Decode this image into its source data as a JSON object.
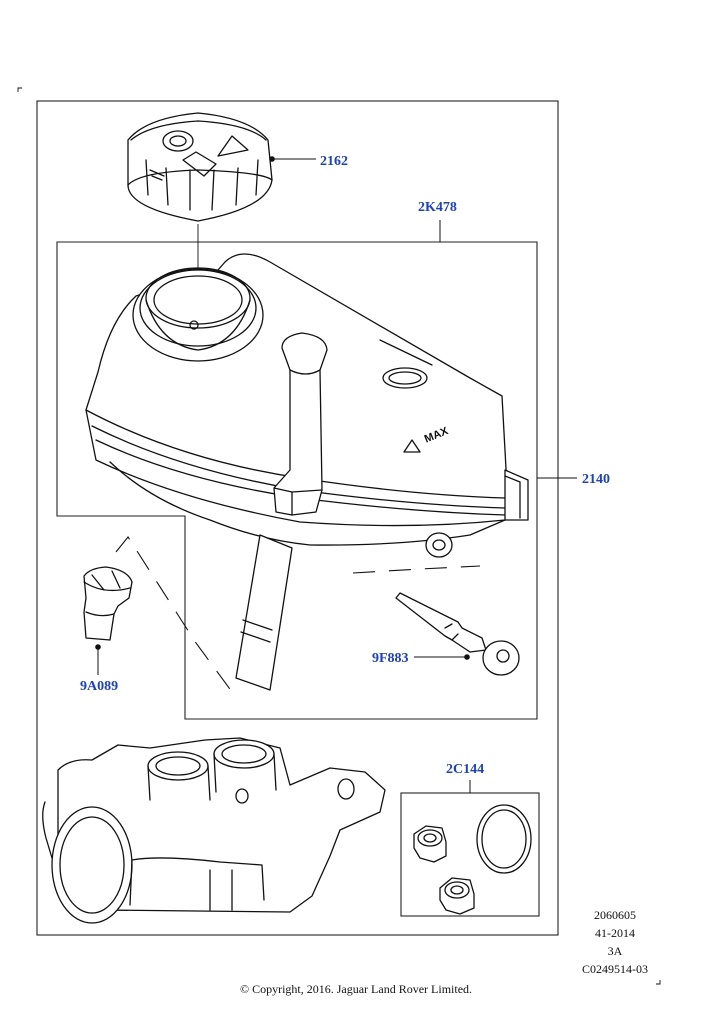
{
  "parts": [
    {
      "id": "cap",
      "label": "2162"
    },
    {
      "id": "reservoir",
      "label": "2K478"
    },
    {
      "id": "assembly",
      "label": "2140"
    },
    {
      "id": "pin",
      "label": "9F883"
    },
    {
      "id": "plug",
      "label": "9A089"
    },
    {
      "id": "nut-kit",
      "label": "2C144"
    }
  ],
  "meta": [
    "2060605",
    "41-2014",
    "3A",
    "C0249514-03"
  ],
  "reservoir_markings": {
    "max": "MAX"
  },
  "copyright": "© Copyright, 2016. Jaguar Land Rover Limited."
}
